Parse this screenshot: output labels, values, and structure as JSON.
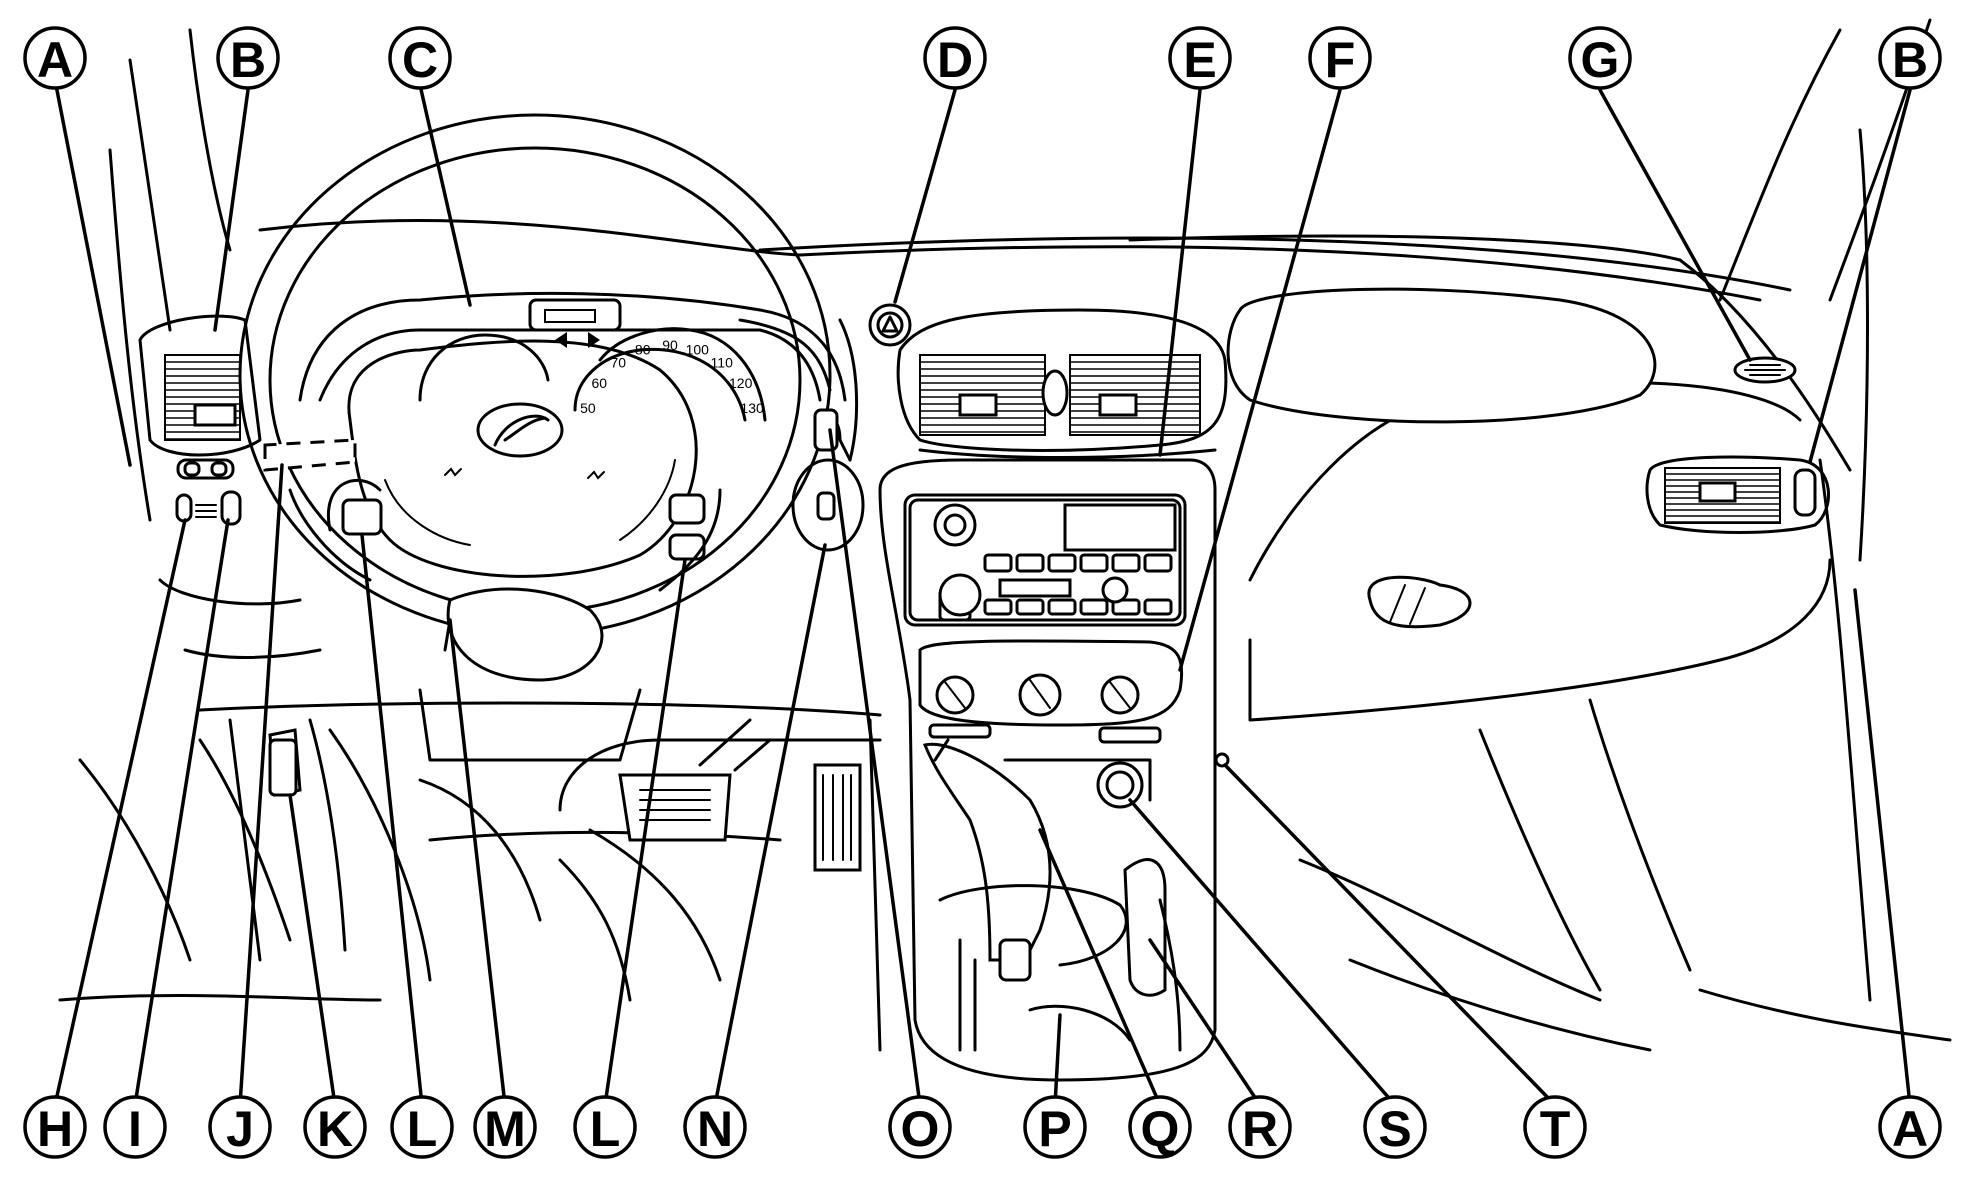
{
  "callouts": {
    "top": [
      "A",
      "B",
      "C",
      "D",
      "E",
      "F",
      "G",
      "B"
    ],
    "bottom": [
      "H",
      "I",
      "J",
      "K",
      "L",
      "M",
      "L",
      "N",
      "O",
      "P",
      "Q",
      "R",
      "S",
      "T",
      "A"
    ]
  },
  "speedometer": {
    "ticks": [
      "50",
      "60",
      "70",
      "80",
      "90",
      "100",
      "110",
      "120",
      "130"
    ]
  }
}
